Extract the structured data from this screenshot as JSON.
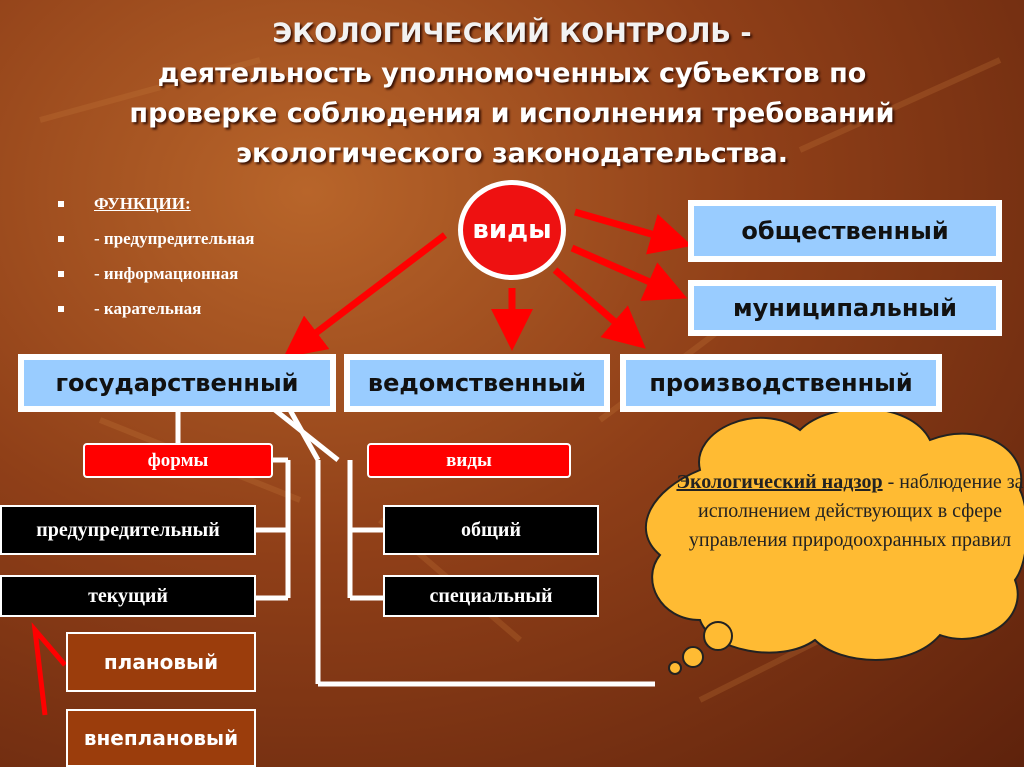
{
  "title": {
    "line1": "ЭКОЛОГИЧЕСКИЙ КОНТРОЛЬ -",
    "line2": "деятельность уполномоченных субъектов по",
    "line3": "проверке соблюдения и исполнения требований",
    "line4": "экологического законодательства."
  },
  "functions": {
    "heading": "ФУНКЦИИ:",
    "items": [
      "- предупредительная",
      "- информационная",
      "- карательная"
    ]
  },
  "center": {
    "label": "виды"
  },
  "types_right": [
    "общественный",
    "муниципальный"
  ],
  "types_row": [
    "государственный",
    "ведомственный",
    "производственный"
  ],
  "forms": {
    "label": "формы",
    "items": [
      "предупредительный",
      "текущий"
    ],
    "sub_items": [
      "плановый",
      "внеплановый"
    ]
  },
  "kinds": {
    "label": "виды",
    "items": [
      "общий",
      "специальный"
    ]
  },
  "cloud": {
    "heading": "Экологический надзор",
    "text": " - наблюдение за исполнением действующих в сфере управления природоохранных правил"
  },
  "colors": {
    "arrow": "#ff0000",
    "box_fill": "#99ccff",
    "cloud_fill": "#ffbb33"
  }
}
